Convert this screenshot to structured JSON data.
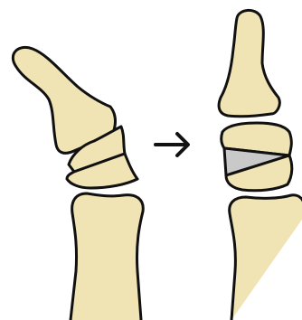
{
  "figure": {
    "panels": [
      {
        "id": "before",
        "state": "angled thumb joint with wedge osteotomy line"
      },
      {
        "id": "after",
        "state": "straightened joint with triangular wedge graft"
      }
    ],
    "transition_icon": "right-arrow-icon",
    "colors": {
      "bone_fill": "#f0e3b4",
      "outline": "#111111",
      "graft_fill": "#c9c9c9",
      "background": "#ffffff"
    }
  }
}
